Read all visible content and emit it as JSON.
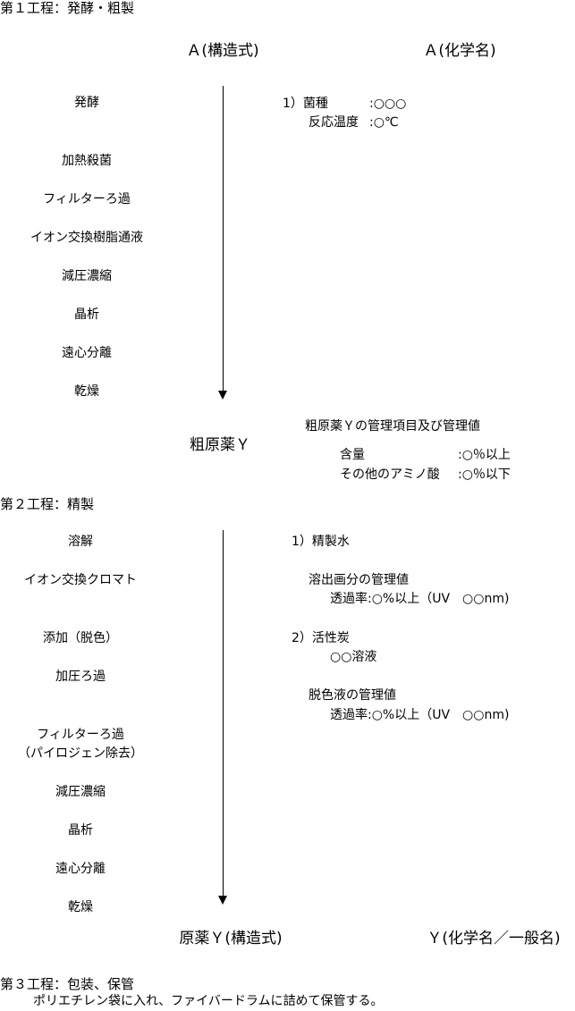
{
  "step1": {
    "heading": "第１工程：発酵・粗製",
    "start_structure": "Ａ(構造式)",
    "start_chemical_name": "Ａ(化学名)",
    "operations": [
      "発酵",
      "加熱殺菌",
      "フィルターろ過",
      "イオン交換樹脂通液",
      "減圧濃縮",
      "晶析",
      "遠心分離",
      "乾燥"
    ],
    "conditions": {
      "item1_label": "1）菌種",
      "item1_value": ":○○○",
      "item2_label": "反応温度",
      "item2_value": ":○℃"
    },
    "product": "粗原薬Ｙ",
    "control": {
      "title": "粗原薬Ｙの管理項目及び管理値",
      "rows": [
        {
          "label": "含量",
          "value": ":○％以上"
        },
        {
          "label": "その他のアミノ酸",
          "value": ":○％以下"
        }
      ]
    }
  },
  "step2": {
    "heading": "第２工程：精製",
    "operations": [
      "溶解",
      "イオン交換クロマト",
      "添加（脱色）",
      "加圧ろ過",
      "フィルターろ過",
      "（パイロジェン除去）",
      "減圧濃縮",
      "晶析",
      "遠心分離",
      "乾燥"
    ],
    "notes": {
      "item1": "1）精製水",
      "eluate_title": "溶出画分の管理値",
      "eluate_value": "透過率:○%以上（UV　○○nm)",
      "item2": "2）活性炭",
      "item2_sub": "○○溶液",
      "decolor_title": "脱色液の管理値",
      "decolor_value": "透過率:○%以上（UV　○○nm)"
    },
    "product_structure": "原薬Ｙ(構造式)",
    "product_name": "Ｙ(化学名／一般名)"
  },
  "step3": {
    "heading": "第３工程：包装、保管",
    "description": "ポリエチレン袋に入れ、ファイバードラムに詰めて保管する。"
  }
}
